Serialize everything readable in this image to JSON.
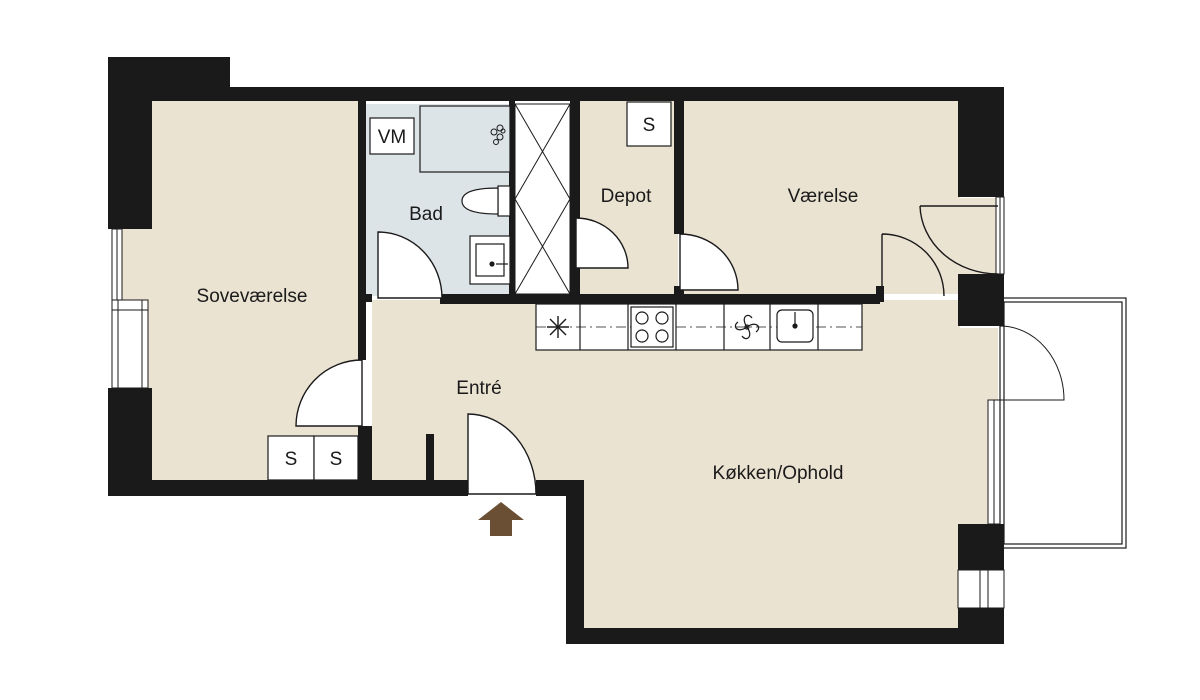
{
  "floorplan": {
    "rooms": {
      "bedroom": "Soveværelse",
      "bath": "Bad",
      "storage": "Depot",
      "room": "Værelse",
      "entrance": "Entré",
      "kitchen_living": "Køkken/Ophold"
    },
    "fixtures": {
      "washer": "VM",
      "closet": "S"
    },
    "colors": {
      "floor": "#ebe3d2",
      "bath_floor": "#dde4e8",
      "wall": "#1a1a1a",
      "entry_arrow": "#6b4f34"
    },
    "icons": [
      "shower-icon",
      "toilet-icon",
      "washbasin-icon",
      "fridge-icon",
      "stove-icon",
      "fan-icon",
      "kitchen-sink-icon",
      "entry-arrow-icon"
    ]
  }
}
